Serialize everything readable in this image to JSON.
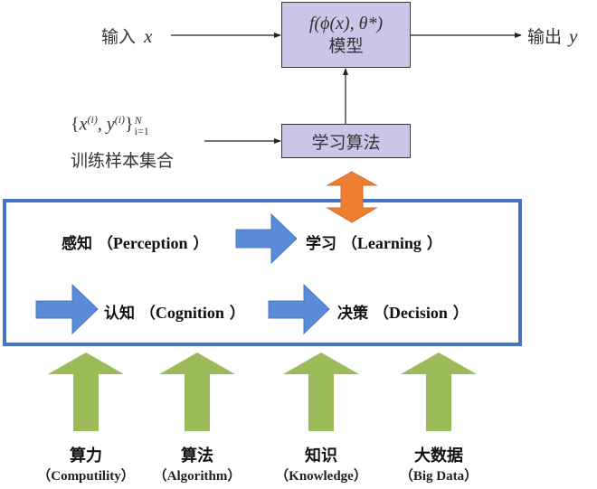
{
  "model_block": {
    "formula": "f(ϕ(x), θ*)",
    "label": "模型"
  },
  "input": {
    "label": "输入",
    "var": "x"
  },
  "output": {
    "label": "输出",
    "var": "y"
  },
  "learning_algorithm": {
    "label": "学习算法"
  },
  "training_set": {
    "formula": "{x(i), y(i)} i=1..N",
    "formula_parts": {
      "open": "{",
      "x": "x",
      "sup_i": "(i)",
      "comma": ",",
      "y": "y",
      "close": "}",
      "sup": "N",
      "sub": "i=1"
    },
    "label": "训练样本集合"
  },
  "frame": {
    "stages": [
      {
        "cn": "感知",
        "en": "Perception"
      },
      {
        "cn": "学习",
        "en": "Learning"
      },
      {
        "cn": "认知",
        "en": "Cognition"
      },
      {
        "cn": "决策",
        "en": "Decision"
      }
    ]
  },
  "pillars": [
    {
      "cn": "算力",
      "en": "（Computility）"
    },
    {
      "cn": "算法",
      "en": "（Algorithm）"
    },
    {
      "cn": "知识",
      "en": "（Knowledge）"
    },
    {
      "cn": "大数据",
      "en": "（Big Data）"
    }
  ],
  "colors": {
    "box_fill": "#cbc5e8",
    "frame_blue": "#4472c4",
    "flow_arrow_blue": "#5b8bd6",
    "double_arrow_orange": "#ed7d31",
    "pillar_green": "#9bbb59"
  }
}
